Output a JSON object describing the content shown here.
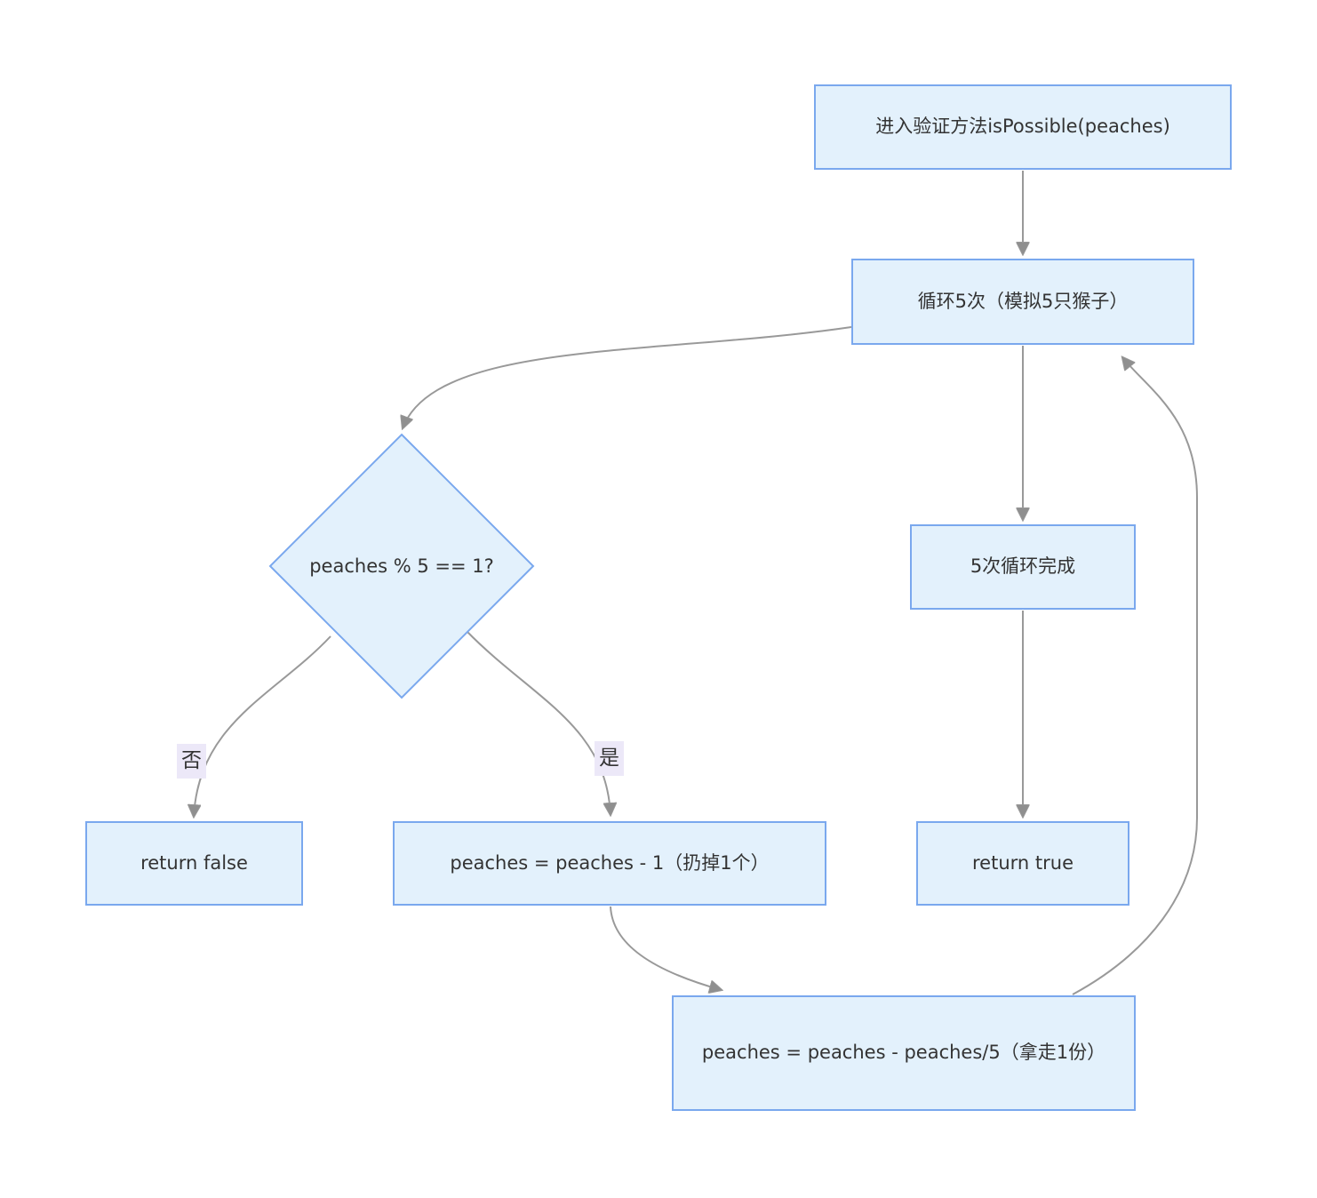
{
  "diagram": {
    "type": "flowchart",
    "nodes": {
      "start": {
        "label": "进入验证方法isPossible(peaches)",
        "shape": "rect"
      },
      "loop": {
        "label": "循环5次（模拟5只猴子）",
        "shape": "rect"
      },
      "decision": {
        "label": "peaches % 5 == 1?",
        "shape": "diamond"
      },
      "loop_done": {
        "label": "5次循环完成",
        "shape": "rect"
      },
      "return_false": {
        "label": "return false",
        "shape": "rect"
      },
      "minus_one": {
        "label": "peaches = peaches - 1（扔掉1个）",
        "shape": "rect"
      },
      "return_true": {
        "label": "return true",
        "shape": "rect"
      },
      "take_share": {
        "label": "peaches = peaches - peaches/5（拿走1份）",
        "shape": "rect"
      }
    },
    "edge_labels": {
      "no": "否",
      "yes": "是"
    },
    "edges": [
      {
        "from": "start",
        "to": "loop",
        "label": ""
      },
      {
        "from": "loop",
        "to": "decision",
        "label": ""
      },
      {
        "from": "loop",
        "to": "loop_done",
        "label": ""
      },
      {
        "from": "decision",
        "to": "return_false",
        "label": "否"
      },
      {
        "from": "decision",
        "to": "minus_one",
        "label": "是"
      },
      {
        "from": "minus_one",
        "to": "take_share",
        "label": ""
      },
      {
        "from": "take_share",
        "to": "loop",
        "label": ""
      },
      {
        "from": "loop_done",
        "to": "return_true",
        "label": ""
      }
    ],
    "colors": {
      "node_fill": "#e3f1fc",
      "node_border": "#7aa8ee",
      "edge_color": "#999999",
      "arrow_color": "#8f8f8f",
      "label_bg": "#ece8f8",
      "text_color": "#333333",
      "bg_color": "#ffffff"
    }
  }
}
